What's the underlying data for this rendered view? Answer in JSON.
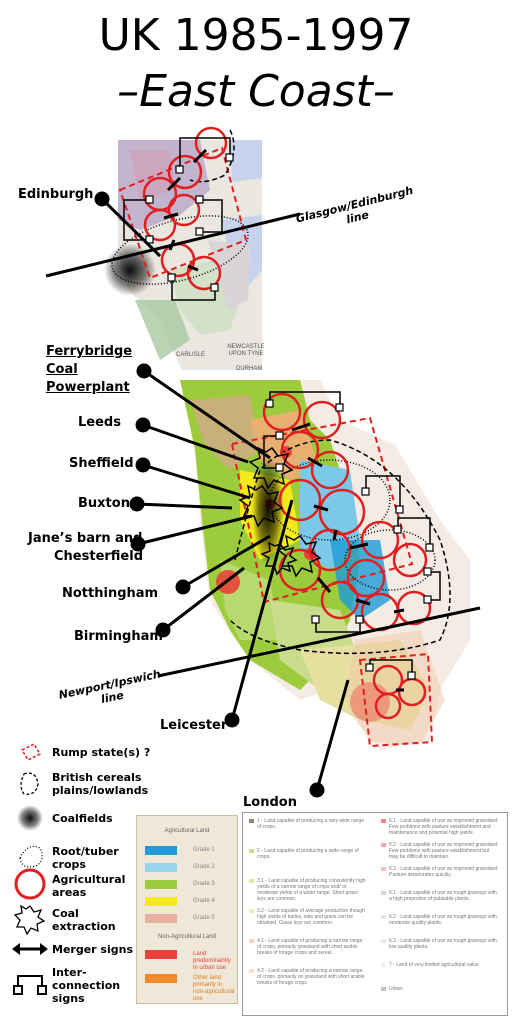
{
  "title": "UK 1985-1997",
  "subtitle": "–East Coast–",
  "cities": {
    "edinburgh": "Edinburgh",
    "ferrybridge": [
      "Ferrybridge",
      "Coal",
      "Powerplant"
    ],
    "leeds": "Leeds",
    "sheffield": "Sheffield",
    "buxton": "Buxton",
    "janes_barn": [
      "Jane’s barn and",
      "Chesterfield"
    ],
    "nottingham": "Notthingham",
    "birmingham": "Birmingham",
    "leicester": "Leicester",
    "london": "London"
  },
  "lines": {
    "glasgow": [
      "Glasgow/Edinburgh",
      "line"
    ],
    "newport": [
      "Newport/Ipswich",
      "line"
    ]
  },
  "map_labels": {
    "carlisle": "CARLISLE",
    "newcastle": [
      "NEWCASTLE",
      "UPON TYNE"
    ],
    "durham": "DURHAM"
  },
  "legend": [
    {
      "icon": "rump-state-icon",
      "label": "Rump state(s) ?"
    },
    {
      "icon": "cereal-plains-icon",
      "label": "British cereals\nplains/lowlands"
    },
    {
      "icon": "coalfields-icon",
      "label": "Coalfields"
    },
    {
      "icon": "root-crops-icon",
      "label": "Root/tuber\ncrops"
    },
    {
      "icon": "agricultural-area-icon",
      "label": "Agricultural\nareas"
    },
    {
      "icon": "coal-extraction-icon",
      "label": "Coal\nextraction"
    },
    {
      "icon": "merger-icon",
      "label": "Merger signs"
    },
    {
      "icon": "interconnection-icon",
      "label": "Inter-\nconnection\nsigns"
    }
  ],
  "agri_legend": {
    "heading": "Agricultural Land",
    "grades": [
      {
        "label": "Grade 1",
        "color": "#1e9bd7"
      },
      {
        "label": "Grade 2",
        "color": "#9ad4ec"
      },
      {
        "label": "Grade 3",
        "color": "#9ccc3c"
      },
      {
        "label": "Grade 4",
        "color": "#f2ea1c"
      },
      {
        "label": "Grade 5",
        "color": "#e8b0a0"
      }
    ],
    "non_heading": "Non-Agricultural Land",
    "non": [
      {
        "label": "Land predominantly in urban use",
        "color": "#e8423a"
      },
      {
        "label": "Other land primarily in non-agricultural use",
        "color": "#f08a2a"
      }
    ]
  },
  "desc_legend": {
    "left": [
      {
        "color": "#9e8070",
        "text": "1 - Land capable of producing a very wide range of crops."
      },
      {
        "color": "#c8dc8c",
        "text": "2 - Land capable of producing a wide range of crops."
      },
      {
        "color": "#e0e89c",
        "text": "3.1 - Land capable of producing consistently high yields of a narrow range of crops and/ or moderate yields of a wider range. Short grass leys are common."
      },
      {
        "color": "#eef0b0",
        "text": "3.2 - Land capable of average production though high yields of barley, oats and grass can be obtained. Grass leys are common."
      },
      {
        "color": "#f0d8c0",
        "text": "4.1 - Land capable of producing a narrow range of crops, primarily grassland with short arable breaks of forage crops and cereal."
      },
      {
        "color": "#f4e0d0",
        "text": "4.2 - Land capable of producing a narrow range of crops, primarily on grassland with short arable breaks of forage crops."
      }
    ],
    "right": [
      {
        "color": "#f08888",
        "text": "5.1 - Land capable of use as improved grassland. Few problems with pasture establishment and maintenance and potential high yields."
      },
      {
        "color": "#f4a8a8",
        "text": "5.2 - Land capable of use as improved grassland. Few problems with pasture establishment but may be difficult to maintain."
      },
      {
        "color": "#f4c0c0",
        "text": "5.3 - Land capable of use as improved grassland. Pasture deteriorates quickly."
      },
      {
        "color": "#d8d0e0",
        "text": "6.1 - Land capable of use as rough grazings with a high proportion of palatable plants."
      },
      {
        "color": "#e4e0ec",
        "text": "6.2 - Land capable of use as rough grazings with moderate quality plants."
      },
      {
        "color": "#ece8f0",
        "text": "6.3 - Land capable of use as rough grazings with low quality plants."
      },
      {
        "color": "#f4f0f4",
        "text": "7 - Land of very limited agricultural value."
      },
      {
        "color": "#c8c0c8",
        "text": "Urban"
      }
    ]
  }
}
